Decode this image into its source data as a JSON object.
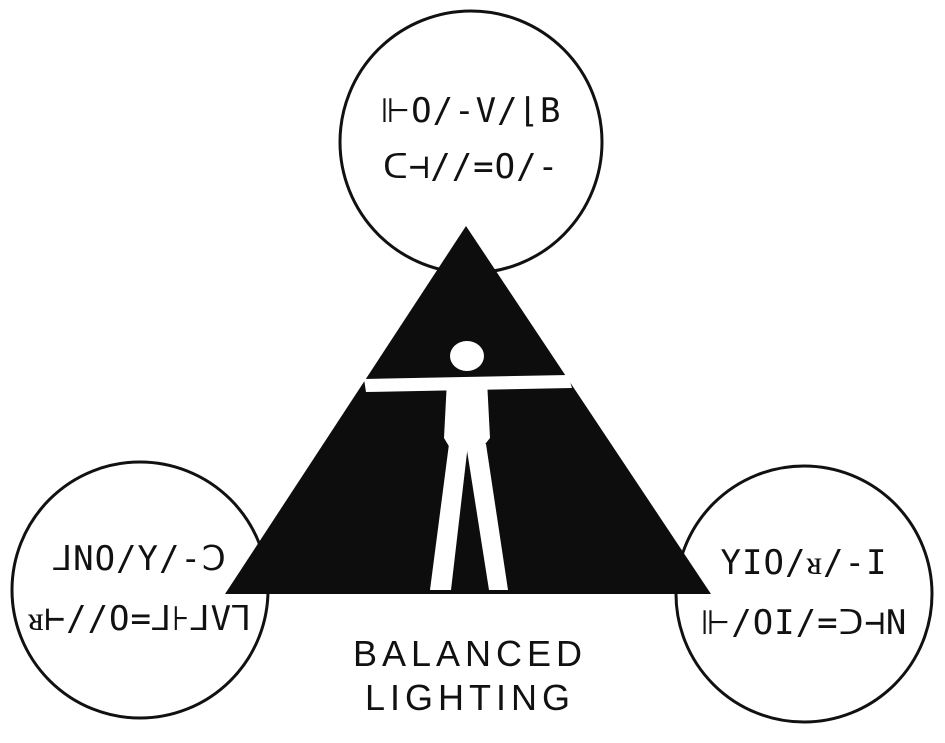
{
  "diagram": {
    "caption_line1": "BALANCED",
    "caption_line2": "LIGHTING",
    "top_node": {
      "line1": "⊩O/-V/⌊B",
      "line2": "ᑕ⊣//=O/-"
    },
    "left_node": {
      "line1": "⅃NO/Y/-Ↄ",
      "line2": "ᴚ⊢//O=⅃⊦⅃V⅂"
    },
    "right_node": {
      "line1": "YIO/ᴚ/-I",
      "line2": "⊩/OI/=ᑐ⊣N"
    },
    "colors": {
      "ink": "#111111",
      "paper": "#ffffff"
    },
    "icons": [
      "human-figure-icon"
    ]
  }
}
